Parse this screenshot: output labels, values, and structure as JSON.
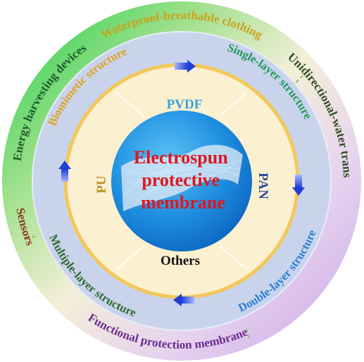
{
  "center": {
    "lines": [
      "Electrospun",
      "protective",
      "membrane"
    ]
  },
  "materials": {
    "top": "PVDF",
    "right": "PAN",
    "bottom": "Others",
    "left": "PU"
  },
  "structures": {
    "biomimetic": "Biomimetic structure",
    "single": "Single-layer structure",
    "double": "Double-layer structure",
    "multiple": "Multiple-layer structure"
  },
  "applications": {
    "waterproof": "Waterproof-breathable clothing",
    "unidirectional": "Unidirectional-water transport devices",
    "functional": "Functional protection membrane",
    "sensors": "Sensors",
    "energy": "Energy harvesting devices"
  },
  "colors": {
    "waterproof": "#c9a21a",
    "unidirectional": "#2f4f1f",
    "functional": "#6b2d8f",
    "sensors": "#8a3a1a",
    "energy": "#1d5a2a",
    "biomimetic": "#e0a21a",
    "single": "#1e9a5a",
    "double": "#2a7fd4",
    "multiple": "#2f6b2f",
    "pvdf": "#3aa0e0",
    "pan": "#2a4f9a",
    "pu": "#b89020",
    "others": "#111111",
    "center": "#e0161e",
    "arrow": "#2a4fd0"
  }
}
